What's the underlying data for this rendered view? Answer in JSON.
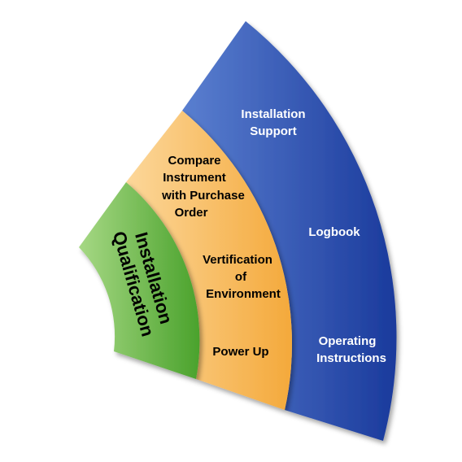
{
  "diagram": {
    "colors": {
      "outer_dark": "#1a3a9c",
      "outer_light": "#5a7fd0",
      "middle_dark": "#f4a93b",
      "middle_light": "#fcd79a",
      "core_dark": "#4aa22c",
      "core_light": "#a6d884"
    },
    "core": {
      "lines": [
        "Installation",
        "Qualification"
      ]
    },
    "middle": {
      "items": [
        {
          "lines": [
            "Compare",
            "Instrument",
            "with Purchase",
            "Order"
          ]
        },
        {
          "lines": [
            "Vertification",
            "of",
            "Environment"
          ]
        },
        {
          "lines": [
            "Power Up"
          ]
        }
      ]
    },
    "outer": {
      "items": [
        {
          "lines": [
            "Installation",
            "Support"
          ]
        },
        {
          "lines": [
            "Logbook"
          ]
        },
        {
          "lines": [
            "Operating",
            "Instructions"
          ]
        }
      ]
    }
  }
}
